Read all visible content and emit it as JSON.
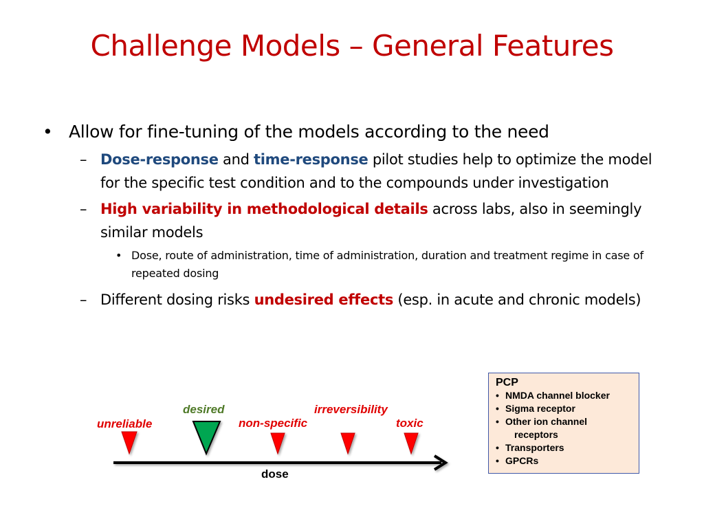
{
  "slide": {
    "title": "Challenge Models – General Features",
    "bullet1": "Allow for fine-tuning of the models according to the need",
    "sub1": {
      "dash": "–",
      "em1": "Dose-response",
      "and": " and ",
      "em2": "time-response",
      "rest": " pilot studies help to optimize the model for the specific test condition and to the compounds under investigation"
    },
    "sub2": {
      "dash": "–",
      "em": "High variability in methodological details",
      "rest": " across labs, also in seemingly similar models",
      "subbullet": "Dose, route of administration, time of administration, duration and treatment regime in case of repeated dosing"
    },
    "sub3": {
      "dash": "–",
      "pre": "Different dosing risks ",
      "em": "undesired effects",
      "rest": " (esp. in acute and chronic models)"
    }
  },
  "diagram": {
    "labels": {
      "unreliable": "unreliable",
      "desired": "desired",
      "non_specific": "non-specific",
      "irreversibility": "irreversibility",
      "toxic": "toxic"
    },
    "axis_label": "dose",
    "colors": {
      "red_marker": "#ff0000",
      "green_marker": "#00a651",
      "red_text": "#e00000",
      "green_text": "#4f7a28"
    }
  },
  "pcp": {
    "title": "PCP",
    "items": [
      "NMDA channel blocker",
      "Sigma receptor",
      "Other ion channel",
      "Transporters",
      "GPCRs"
    ],
    "item3_cont": "receptors"
  }
}
